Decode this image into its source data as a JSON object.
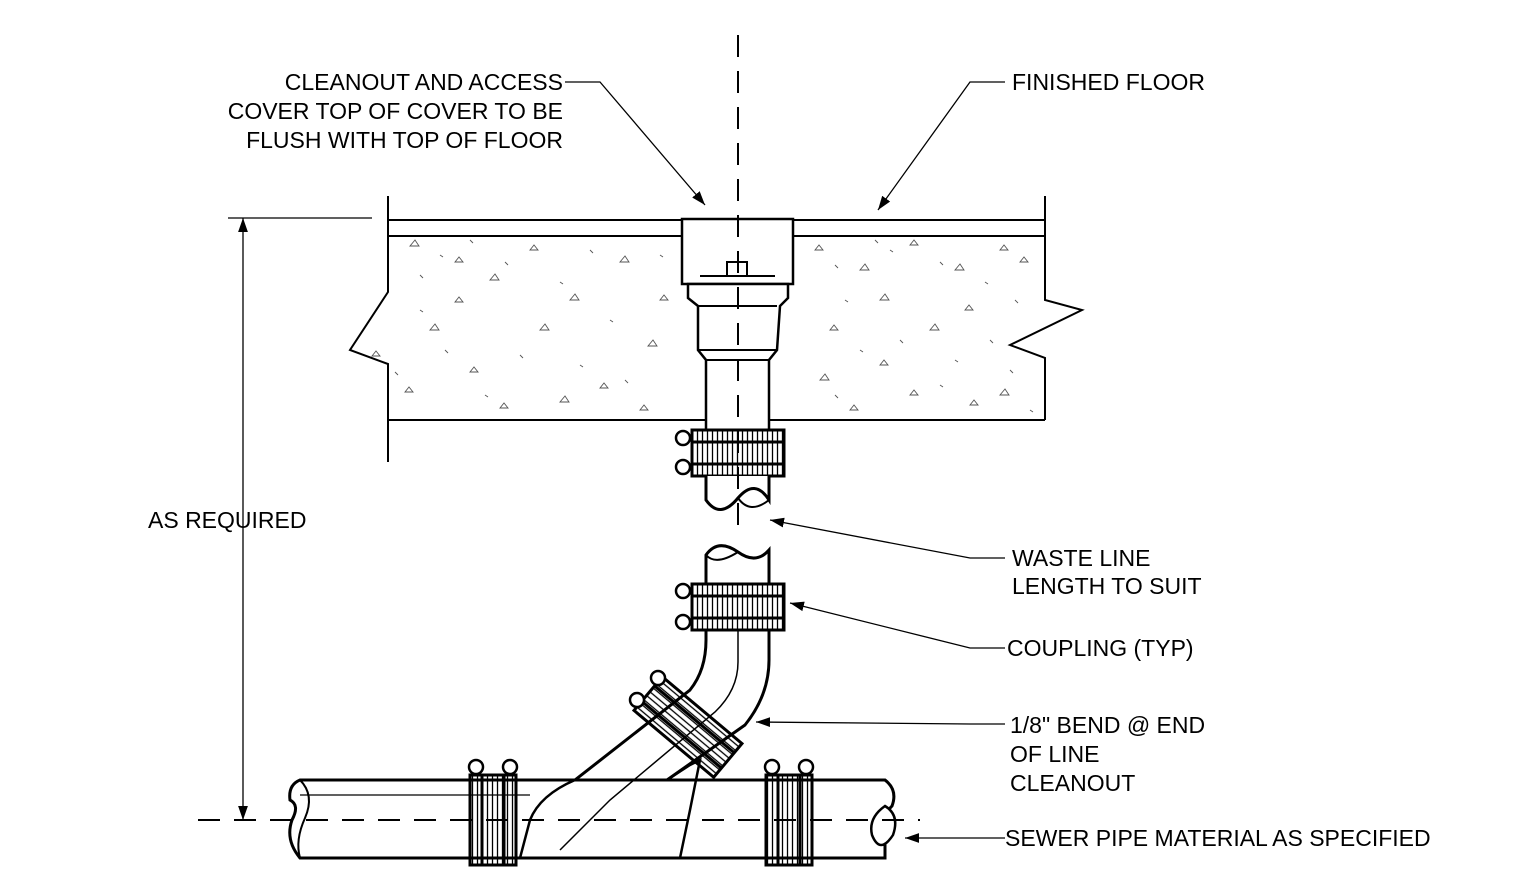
{
  "labels": {
    "cleanout_line1": "CLEANOUT AND ACCESS",
    "cleanout_line2": "COVER TOP OF COVER TO BE",
    "cleanout_line3": "FLUSH WITH TOP OF FLOOR",
    "finished_floor": "FINISHED FLOOR",
    "as_required": "AS REQUIRED",
    "waste_line1": "WASTE LINE",
    "waste_line2": "LENGTH TO SUIT",
    "coupling": "COUPLING (TYP)",
    "bend_line1": "1/8\" BEND @ END",
    "bend_line2": "OF LINE",
    "bend_line3": "CLEANOUT",
    "sewer_pipe": "SEWER PIPE MATERIAL AS SPECIFIED"
  },
  "colors": {
    "line": "#000000",
    "background": "#ffffff"
  }
}
